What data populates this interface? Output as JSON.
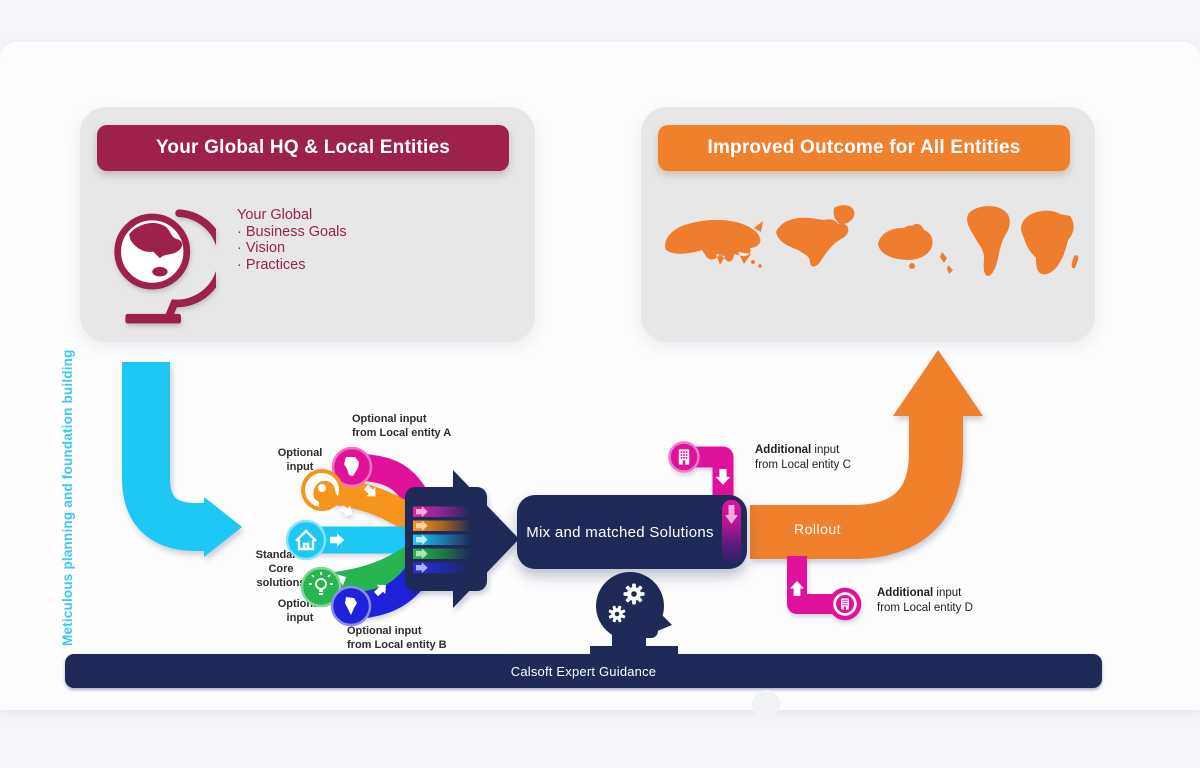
{
  "hq_panel": {
    "title": "Your Global HQ & Local Entities",
    "lines": [
      "Your Global",
      "· Business Goals",
      "· Vision",
      "· Practices"
    ]
  },
  "outcome_panel": {
    "title": "Improved Outcome for All Entities",
    "continents": [
      "eurasia",
      "north-america",
      "australia-new-zealand",
      "south-america",
      "africa"
    ]
  },
  "planning_label": "Meticulous planning and foundation building",
  "fan_labels": {
    "entity_a": [
      "Optional input",
      "from Local entity A"
    ],
    "optional_top": [
      "Optional",
      "input"
    ],
    "standard": [
      "Standard/",
      "Core",
      "solutions"
    ],
    "optional_bottom": [
      "Optional",
      "input"
    ],
    "entity_b": [
      "Optional input",
      "from Local entity B"
    ]
  },
  "solutions_box_label": "Mix and matched Solutions",
  "additional_c": {
    "bold": "Additional",
    "rest": " input",
    "line2": "from Local entity C"
  },
  "additional_d": {
    "bold": "Additional",
    "rest": " input",
    "line2": "from Local entity D"
  },
  "rollout_label": "Rollout",
  "guidance_bar_label": "Calsoft Expert Guidance",
  "colors": {
    "maroon": "#9D2148",
    "orange": "#F0802C",
    "fan_orange": "#F7941E",
    "magenta": "#E0129B",
    "cyan": "#1EC8F5",
    "green": "#28B44E",
    "blue": "#1E22DB",
    "navy": "#1F2A58",
    "panel_gray": "#E7E7E8",
    "planning_text": "#3EC7F1"
  }
}
